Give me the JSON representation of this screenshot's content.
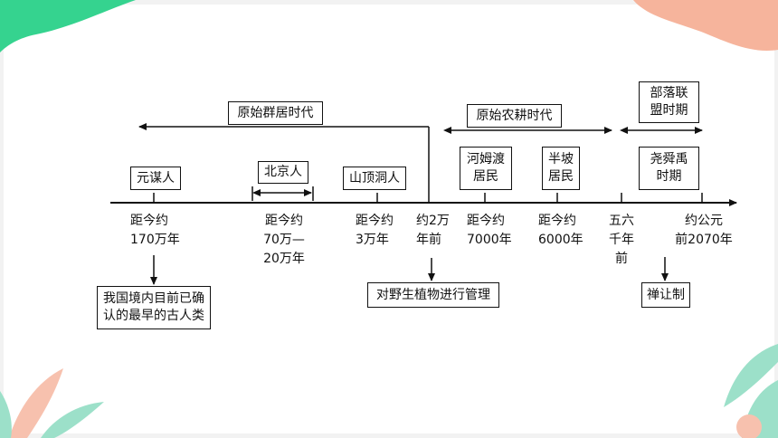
{
  "colors": {
    "accent_green": "#35d38f",
    "accent_peach": "#f6b49c",
    "leaf_green": "#9ce0c9",
    "leaf_peach": "#f7c1ae",
    "line": "#111111"
  },
  "periods": {
    "group_era": "原始群居时代",
    "farming_era": "原始农耕时代",
    "tribal_alliance": "部落联\n盟时期"
  },
  "groups": {
    "yuanmou": "元谋人",
    "beijing": "北京人",
    "shandingdong": "山顶洞人",
    "hemudu": "河姆渡\n居民",
    "banpo": "半坡\n居民",
    "yao_shun_yu": "尧舜禹\n时期"
  },
  "timeline_labels": {
    "t1": "距今约\n170万年",
    "t2": "距今约\n70万—\n20万年",
    "t3": "距今约\n3万年",
    "t4": "约2万\n年前",
    "t5": "距今约\n7000年",
    "t6": "距今约\n6000年",
    "t7": "五六\n千年\n前",
    "t8": "约公元\n前2070年"
  },
  "notes": {
    "earliest_human": "我国境内目前已确\n认的最早的古人类",
    "plant_management": "对野生植物进行管理",
    "abdication": "禅让制"
  }
}
